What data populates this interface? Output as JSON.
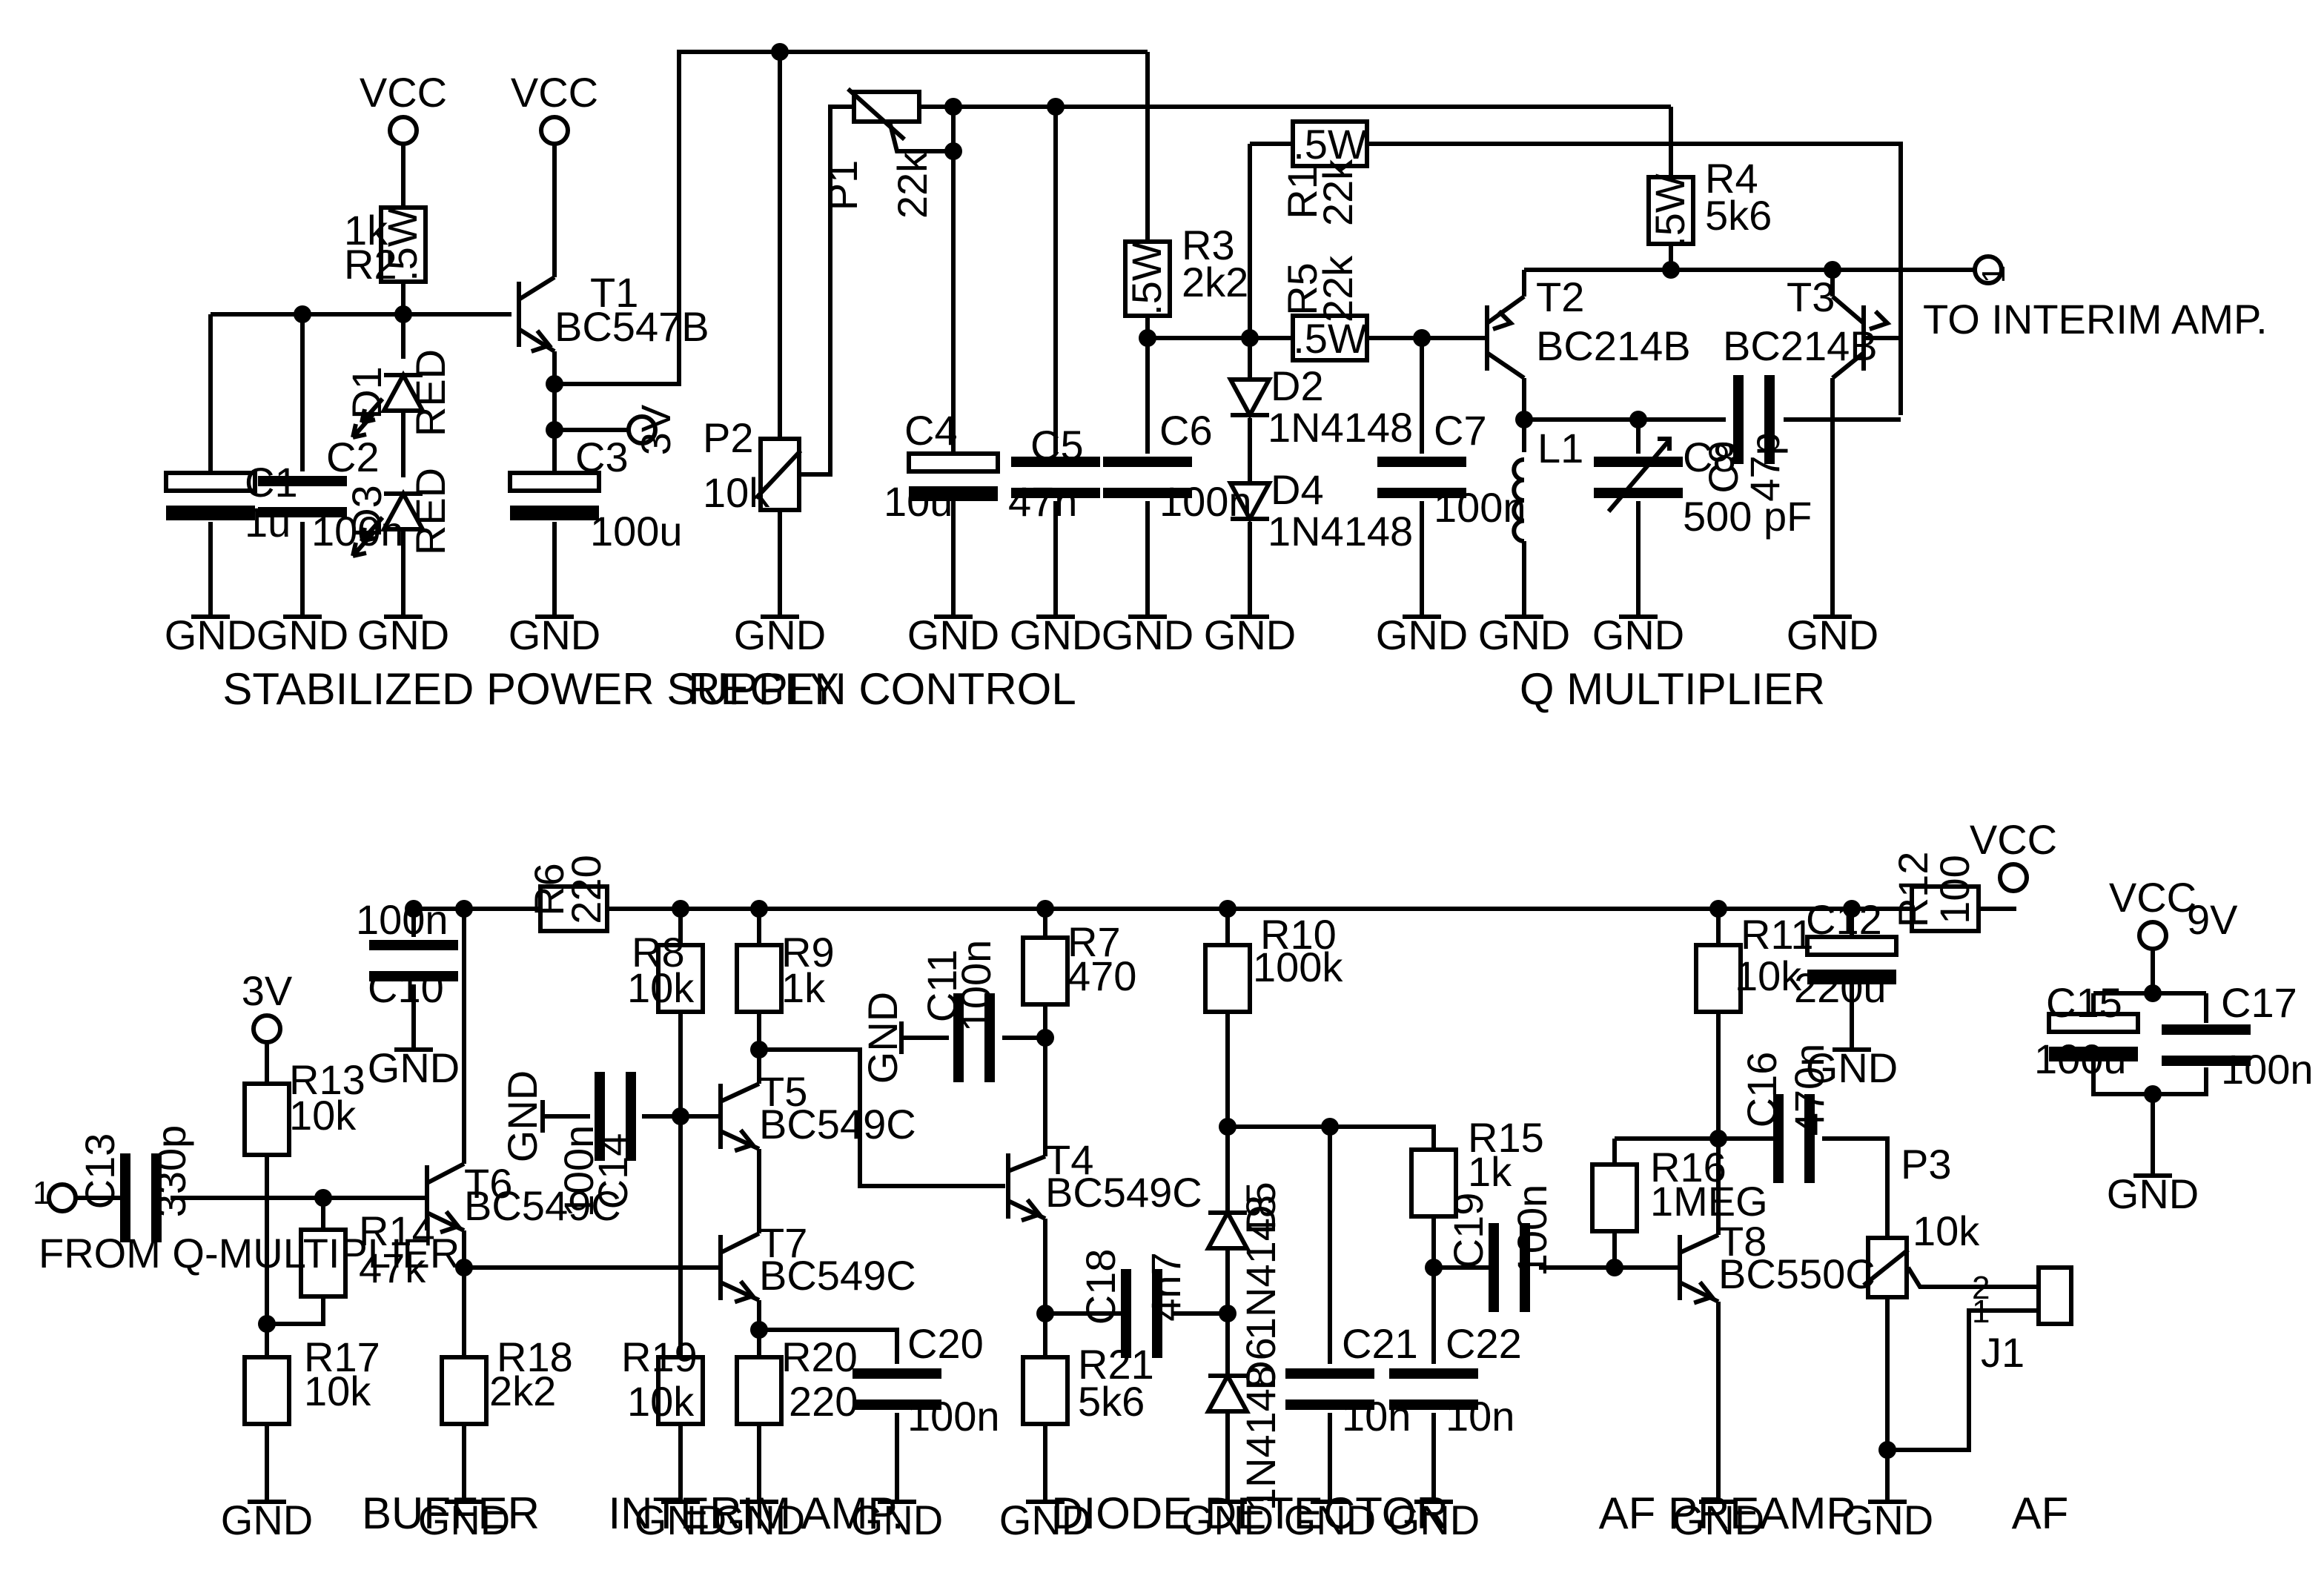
{
  "sections": {
    "power": "STABILIZED POWER SUPPLY",
    "regen": "REGEN CONTROL",
    "qmult": "Q MULTIPLIER",
    "buffer": "BUFFER",
    "interim": "INTERIM AMP.",
    "detector": "DIODE DETECTOR",
    "preamp": "AF PREAMP",
    "af": "AF"
  },
  "nets": {
    "vcc": "VCC",
    "gnd": "GND",
    "v3": "3V",
    "v9": "9V"
  },
  "ports": {
    "to_interim": "TO INTERIM AMP.",
    "from_q": "FROM Q-MULTIPLIER",
    "pin1": "1",
    "pin2": "2"
  },
  "power_rating": ".5W",
  "parts": {
    "R1": {
      "ref": "R1",
      "value": "22k"
    },
    "R2": {
      "ref": "R2",
      "value": "1k"
    },
    "R3": {
      "ref": "R3",
      "value": "2k2"
    },
    "R4": {
      "ref": "R4",
      "value": "5k6"
    },
    "R5": {
      "ref": "R5",
      "value": "22k"
    },
    "R6": {
      "ref": "R6",
      "value": "220"
    },
    "R7": {
      "ref": "R7",
      "value": "470"
    },
    "R8": {
      "ref": "R8",
      "value": "10k"
    },
    "R9": {
      "ref": "R9",
      "value": "1k"
    },
    "R10": {
      "ref": "R10",
      "value": "100k"
    },
    "R11": {
      "ref": "R11",
      "value": "10k"
    },
    "R12": {
      "ref": "R12",
      "value": "100"
    },
    "R13": {
      "ref": "R13",
      "value": "10k"
    },
    "R14": {
      "ref": "R14",
      "value": "47k"
    },
    "R15": {
      "ref": "R15",
      "value": "1k"
    },
    "R16": {
      "ref": "R16",
      "value": "1MEG"
    },
    "R17": {
      "ref": "R17",
      "value": "10k"
    },
    "R18": {
      "ref": "R18",
      "value": "2k2"
    },
    "R19": {
      "ref": "R19",
      "value": "10k"
    },
    "R20": {
      "ref": "R20",
      "value": "220"
    },
    "R21": {
      "ref": "R21",
      "value": "5k6"
    },
    "P1": {
      "ref": "P1",
      "value": "22k"
    },
    "P2": {
      "ref": "P2",
      "value": "10k"
    },
    "P3": {
      "ref": "P3",
      "value": "10k"
    },
    "C1": {
      "ref": "C1",
      "value": "1u"
    },
    "C2": {
      "ref": "C2",
      "value": "100n"
    },
    "C3": {
      "ref": "C3",
      "value": "100u"
    },
    "C4": {
      "ref": "C4",
      "value": "10u"
    },
    "C5": {
      "ref": "C5",
      "value": "47n"
    },
    "C6": {
      "ref": "C6",
      "value": "100n"
    },
    "C7": {
      "ref": "C7",
      "value": "100n"
    },
    "C8": {
      "ref": "C8",
      "value": "500 pF"
    },
    "C9": {
      "ref": "C9",
      "value": "47p"
    },
    "C10": {
      "ref": "C10",
      "value": "100n"
    },
    "C11": {
      "ref": "C11",
      "value": "100n"
    },
    "C12": {
      "ref": "C12",
      "value": "220u"
    },
    "C13": {
      "ref": "C13",
      "value": "330p"
    },
    "C14": {
      "ref": "C14",
      "value": "100n"
    },
    "C15": {
      "ref": "C15",
      "value": "100u"
    },
    "C16": {
      "ref": "C16",
      "value": "470n"
    },
    "C17": {
      "ref": "C17",
      "value": "100n"
    },
    "C18": {
      "ref": "C18",
      "value": "4n7"
    },
    "C19": {
      "ref": "C19",
      "value": "100n"
    },
    "C20": {
      "ref": "C20",
      "value": "100n"
    },
    "C21": {
      "ref": "C21",
      "value": "10n"
    },
    "C22": {
      "ref": "C22",
      "value": "10n"
    },
    "D1": {
      "ref": "D1",
      "value": "RED"
    },
    "D2": {
      "ref": "D2",
      "value": "1N4148"
    },
    "D3": {
      "ref": "D3",
      "value": "RED"
    },
    "D4": {
      "ref": "D4",
      "value": "1N4148"
    },
    "D5": {
      "ref": "D5",
      "value": "1N4148"
    },
    "D6": {
      "ref": "D6",
      "value": "1N4148"
    },
    "T1": {
      "ref": "T1",
      "value": "BC547B"
    },
    "T2": {
      "ref": "T2",
      "value": "BC214B"
    },
    "T3": {
      "ref": "T3",
      "value": "BC214B"
    },
    "T4": {
      "ref": "T4",
      "value": "BC549C"
    },
    "T5": {
      "ref": "T5",
      "value": "BC549C"
    },
    "T6": {
      "ref": "T6",
      "value": "BC549C"
    },
    "T7": {
      "ref": "T7",
      "value": "BC549C"
    },
    "T8": {
      "ref": "T8",
      "value": "BC550C"
    },
    "L1": {
      "ref": "L1"
    },
    "J1": {
      "ref": "J1"
    }
  }
}
